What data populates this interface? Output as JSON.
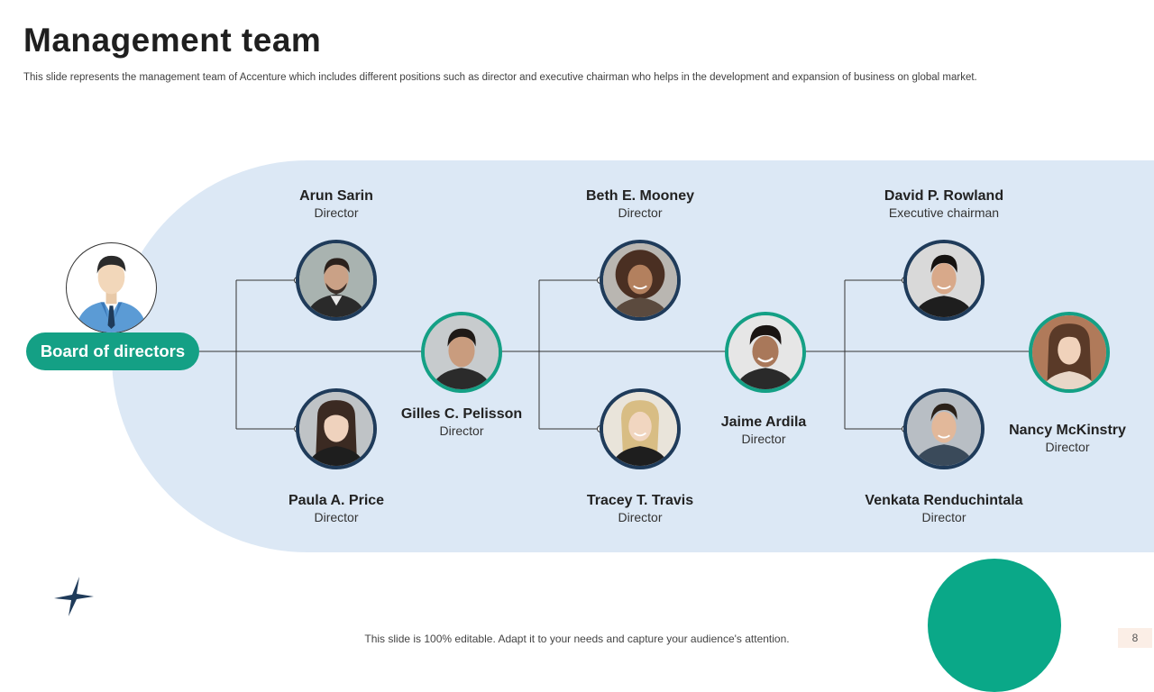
{
  "header": {
    "title": "Management team",
    "subtitle": "This slide represents the management team of Accenture which includes different positions such as director and executive chairman who helps in the development and expansion of business on global market."
  },
  "board": {
    "label": "Board of directors"
  },
  "team": [
    {
      "name": "Arun Sarin",
      "role": "Director"
    },
    {
      "name": "Paula A. Price",
      "role": "Director"
    },
    {
      "name": "Gilles C. Pelisson",
      "role": "Director"
    },
    {
      "name": "Beth E. Mooney",
      "role": "Director"
    },
    {
      "name": "Tracey T. Travis",
      "role": "Director"
    },
    {
      "name": "Jaime Ardila",
      "role": "Director"
    },
    {
      "name": "David P. Rowland",
      "role": "Executive chairman"
    },
    {
      "name": "Venkata Renduchintala",
      "role": "Director"
    },
    {
      "name": "Nancy McKinstry",
      "role": "Director"
    }
  ],
  "colors": {
    "band": "#dce8f5",
    "accent_teal": "#14a085",
    "photo_ring_navy": "#1f3b5a",
    "connector": "#333333"
  },
  "footer": {
    "note": "This slide is 100% editable. Adapt it to your needs and capture your audience's attention.",
    "page_number": "8"
  }
}
